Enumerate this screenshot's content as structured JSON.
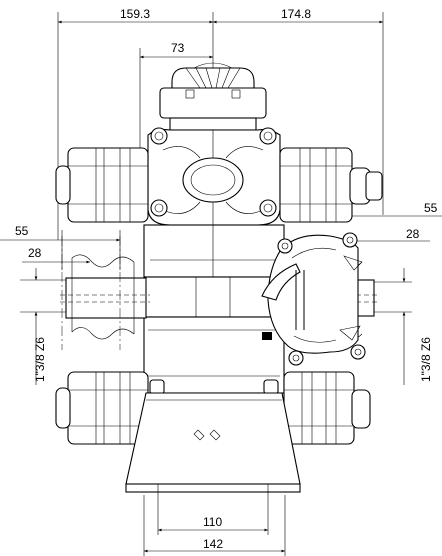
{
  "dimensions": {
    "top_left_width": "159.3",
    "top_right_width": "174.8",
    "inner_width": "73",
    "left_port_offset": "55",
    "left_port_inner": "28",
    "right_port_offset": "55",
    "right_port_inner": "28",
    "left_thread": "1\"3/8 Z6",
    "right_thread": "1\"3/8 Z6",
    "base_inner": "110",
    "base_outer": "142"
  },
  "colors": {
    "line": "#000000",
    "background": "#ffffff"
  }
}
